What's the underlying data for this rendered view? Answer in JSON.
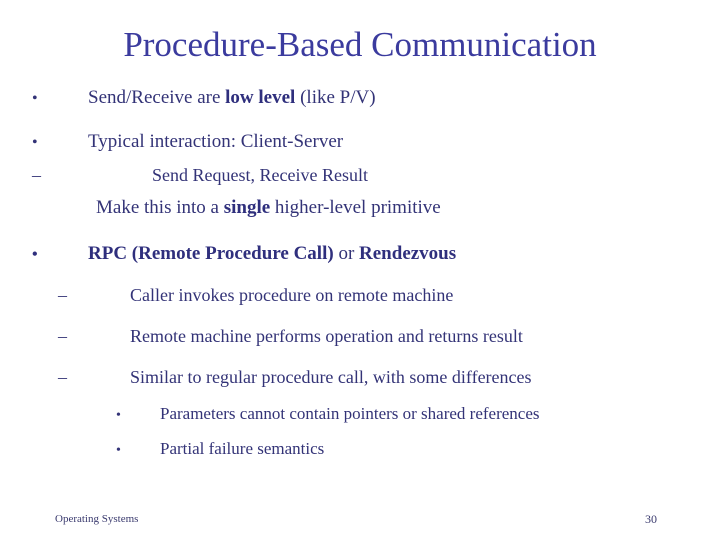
{
  "slide": {
    "title": "Procedure-Based Communication",
    "title_color": "#3b3b9e",
    "body_color": "#333377",
    "background_color": "#ffffff",
    "bullet_glyph": "•",
    "dash_glyph": "–",
    "bullets": {
      "b1_pre": "Send/Receive are ",
      "b1_bold": "low level",
      "b1_post": " (like P/V)",
      "b2": "Typical interaction: Client-Server",
      "b2_sub": "Send Request, Receive Result",
      "b2_plain_pre": "Make this into a ",
      "b2_plain_bold": "single",
      "b2_plain_post": " higher-level primitive",
      "b3_bold1": "RPC (Remote Procedure Call)",
      "b3_mid": " or ",
      "b3_bold2": "Rendezvous",
      "b3_sub1": "Caller invokes procedure on remote machine",
      "b3_sub2": "Remote machine performs operation and returns result",
      "b3_sub3": "Similar to regular procedure call, with some differences",
      "b3_sub3_sub1": "Parameters cannot contain pointers or shared references",
      "b3_sub3_sub2": "Partial failure semantics"
    }
  },
  "footer": {
    "course": "Operating Systems",
    "page_number": "30"
  }
}
